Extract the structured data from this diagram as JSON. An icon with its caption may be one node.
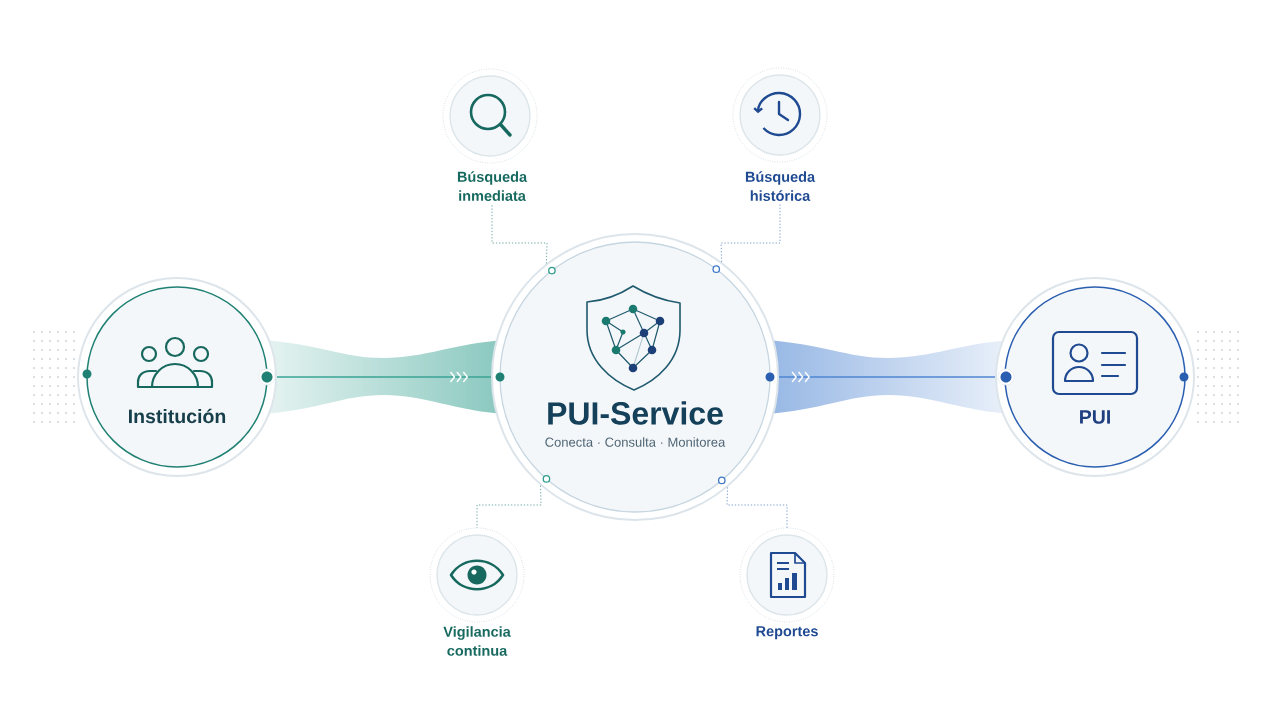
{
  "diagram": {
    "nodes": [
      {
        "text": [
          "Búsqueda inmediata"
        ]
      },
      {
        "text": [
          "Búsqueda histórica"
        ]
      },
      {
        "text": [
          "Institución"
        ]
      },
      {
        "text": [
          "PUI-Service",
          "Conecta · Consulta · Monitorea"
        ]
      },
      {
        "text": [
          "PUI"
        ]
      },
      {
        "text": [
          "Vigilancia continua"
        ]
      },
      {
        "text": [
          "Reportes"
        ]
      }
    ],
    "edges": [
      {
        "from": 2,
        "to": 3,
        "arrow": "to",
        "color": "#3aa394"
      },
      {
        "from": 3,
        "to": 4,
        "arrow": "to",
        "color": "#4f86d2"
      },
      {
        "from": 3,
        "to": 0,
        "arrow": "none",
        "style": "dashed",
        "color": "#5e9f98"
      },
      {
        "from": 3,
        "to": 1,
        "arrow": "none",
        "style": "dashed",
        "color": "#6f93c6"
      },
      {
        "from": 3,
        "to": 5,
        "arrow": "none",
        "style": "dashed",
        "color": "#5e9f98"
      },
      {
        "from": 3,
        "to": 6,
        "arrow": "none",
        "style": "dashed",
        "color": "#6f93c6"
      }
    ]
  }
}
